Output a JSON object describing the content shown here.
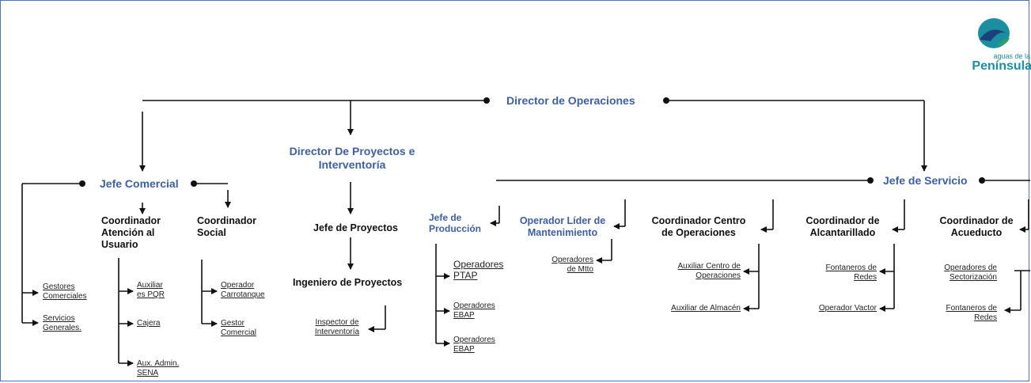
{
  "logo": {
    "line1": "aguas de la",
    "line2": "Península",
    "colors": {
      "teal": "#1a8fa0",
      "navy": "#1e3f7a",
      "green": "#2e9e6a"
    }
  },
  "nodes": {
    "director_operaciones": "Director de Operaciones",
    "director_proyectos": "Director De Proyectos e\nInterventoría",
    "jefe_comercial": "Jefe Comercial",
    "jefe_servicio": "Jefe de Servicio",
    "coord_atencion": "Coordinador\nAtención al\nUsuario",
    "coord_social": "Coordinador\nSocial",
    "jefe_proyectos": "Jefe de Proyectos",
    "ingeniero_proyectos": "Ingeniero de Proyectos",
    "inspector": "Inspector de\nInterventoría",
    "jefe_produccion": "Jefe de\nProducción",
    "operador_lider": "Operador Líder de\nMantenimiento",
    "coord_centro": "Coordinador Centro\nde Operaciones",
    "coord_alcantarillado": "Coordinador de\nAlcantarillado",
    "coord_acueducto": "Coordinador de\nAcueducto"
  },
  "leaves": {
    "gestores_comerciales": "Gestores\nComerciales",
    "servicios_generales": "Servicios\nGenerales.",
    "auxiliar_pqr": "Auxiliar\nes PQR",
    "cajera": "Cajera",
    "aux_admin_sena": "Aux. Admin.\nSENA",
    "operador_carrotanque": "Operador\nCarrotanque",
    "gestor_comercial": "Gestor\nComercial",
    "operadores_ptap": "Operadores\nPTAP",
    "operadores_ebap_1": "Operadores\nEBAP",
    "operadores_ebap_2": "Operadores\nEBAP",
    "operadores_mtto": "Operadores\nde Mtto",
    "auxiliar_centro": "Auxiliar Centro de\nOperaciones",
    "auxiliar_almacen": "Auxiliar de Almacén",
    "fontaneros_redes_1": "Fontaneros de\nRedes",
    "operador_vactor": "Operador Vactor",
    "operadores_sectorizacion": "Operadores de\nSectorización",
    "fontaneros_redes_2": "Fontaneros de\nRedes"
  }
}
